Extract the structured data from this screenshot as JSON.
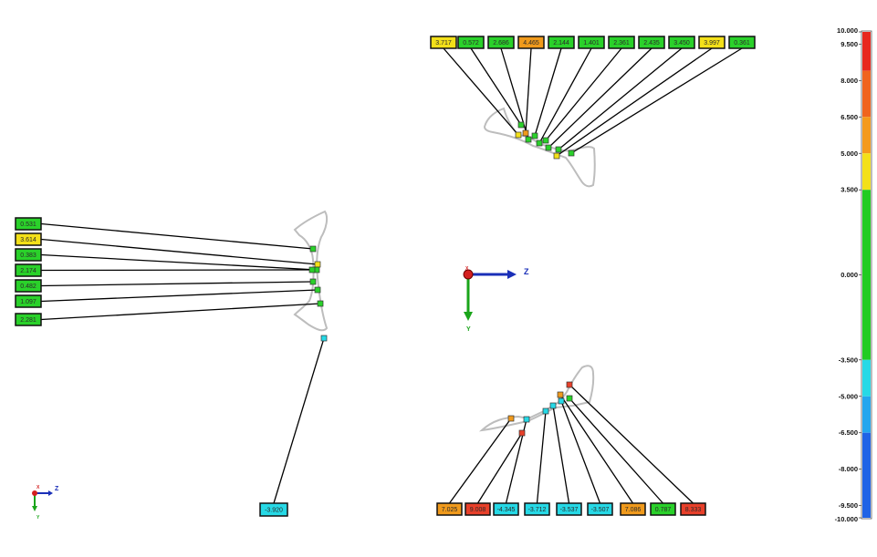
{
  "colors": {
    "yellow": "#f3e019",
    "green": "#2ad12a",
    "orange": "#f09a1c",
    "red": "#e8402a",
    "cyan": "#26d9e6",
    "blue": "#1f63e6",
    "profile": "#bfbfbf",
    "leader": "#000000"
  },
  "views": {
    "top": {
      "labels": [
        {
          "text": "3.717",
          "band": "yellow"
        },
        {
          "text": "0.572",
          "band": "green"
        },
        {
          "text": "2.686",
          "band": "green"
        },
        {
          "text": "4.465",
          "band": "orange"
        },
        {
          "text": "2.144",
          "band": "green"
        },
        {
          "text": "1.401",
          "band": "green"
        },
        {
          "text": "2.361",
          "band": "green"
        },
        {
          "text": "2.435",
          "band": "green"
        },
        {
          "text": "3.450",
          "band": "green"
        },
        {
          "text": "3.997",
          "band": "yellow"
        },
        {
          "text": "0.361",
          "band": "green"
        }
      ]
    },
    "left": {
      "labels": [
        {
          "text": "0.531",
          "band": "green"
        },
        {
          "text": "3.614",
          "band": "yellow"
        },
        {
          "text": "0.383",
          "band": "green"
        },
        {
          "text": "2.174",
          "band": "green"
        },
        {
          "text": "0.482",
          "band": "green"
        },
        {
          "text": "1.097",
          "band": "green"
        },
        {
          "text": "2.281",
          "band": "green"
        }
      ],
      "bottom_label": {
        "text": "-3.920",
        "band": "cyan"
      }
    },
    "bottom": {
      "labels": [
        {
          "text": "7.025",
          "band": "orange"
        },
        {
          "text": "9.008",
          "band": "red"
        },
        {
          "text": "-4.345",
          "band": "cyan"
        },
        {
          "text": "-3.712",
          "band": "cyan"
        },
        {
          "text": "-3.537",
          "band": "cyan"
        },
        {
          "text": "-3.507",
          "band": "cyan"
        },
        {
          "text": "7.086",
          "band": "orange"
        },
        {
          "text": "0.787",
          "band": "green"
        },
        {
          "text": "8.333",
          "band": "red"
        }
      ]
    }
  },
  "triad_main": {
    "x_label": "X",
    "z_label": "Z",
    "y_label": "Y"
  },
  "triad_small": {
    "x_label": "X",
    "z_label": "Z",
    "y_label": "Y"
  },
  "colorbar": {
    "ticks": [
      "10.000",
      "9.500",
      "8.000",
      "6.500",
      "5.000",
      "3.500",
      "0.000",
      "-3.500",
      "-5.000",
      "-6.500",
      "-8.000",
      "-9.500",
      "-10.000"
    ],
    "tick_values": [
      10,
      9.5,
      8,
      6.5,
      5,
      3.5,
      0,
      -3.5,
      -5,
      -6.5,
      -8,
      -9.5,
      -10
    ],
    "bands": [
      {
        "from": 10,
        "to": 8.4,
        "color": "#e8281e"
      },
      {
        "from": 8.4,
        "to": 6.5,
        "color": "#f0641e"
      },
      {
        "from": 6.5,
        "to": 5.0,
        "color": "#f49a1c"
      },
      {
        "from": 5.0,
        "to": 3.5,
        "color": "#f3e019"
      },
      {
        "from": 3.5,
        "to": -3.5,
        "color": "#22cc22"
      },
      {
        "from": -3.5,
        "to": -5.0,
        "color": "#26d9e6"
      },
      {
        "from": -5.0,
        "to": -6.5,
        "color": "#23a6ee"
      },
      {
        "from": -6.5,
        "to": -10,
        "color": "#1f63e6"
      }
    ]
  }
}
